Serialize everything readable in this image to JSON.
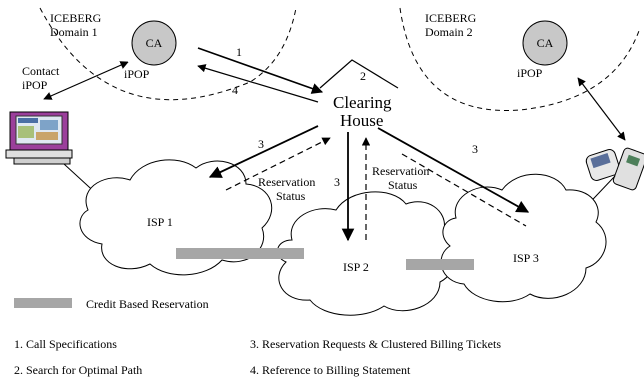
{
  "domains": [
    {
      "name": "ICEBERG",
      "sub": "Domain 1"
    },
    {
      "name": "ICEBERG",
      "sub": "Domain 2"
    }
  ],
  "ca_label": "CA",
  "ipop_label": "iPOP",
  "contact": {
    "line1": "Contact",
    "line2": "iPOP"
  },
  "clearing_house": {
    "line1": "Clearing",
    "line2": "House"
  },
  "isps": [
    "ISP 1",
    "ISP 2",
    "ISP 3"
  ],
  "step_numbers": {
    "n1": "1",
    "n2": "2",
    "n3": "3",
    "n4": "4"
  },
  "reservation_status": {
    "line1": "Reservation",
    "line2": "Status"
  },
  "legend": {
    "credit": "Credit Based Reservation"
  },
  "steps": [
    "1. Call Specifications",
    "2. Search for Optimal Path",
    "3. Reservation Requests & Clustered Billing Tickets",
    "4. Reference to Billing Statement"
  ],
  "colors": {
    "reservation_bar": "#a6a6a6",
    "ca_fill": "#c8c8c8",
    "computer_accent": "#9b3f9b"
  }
}
